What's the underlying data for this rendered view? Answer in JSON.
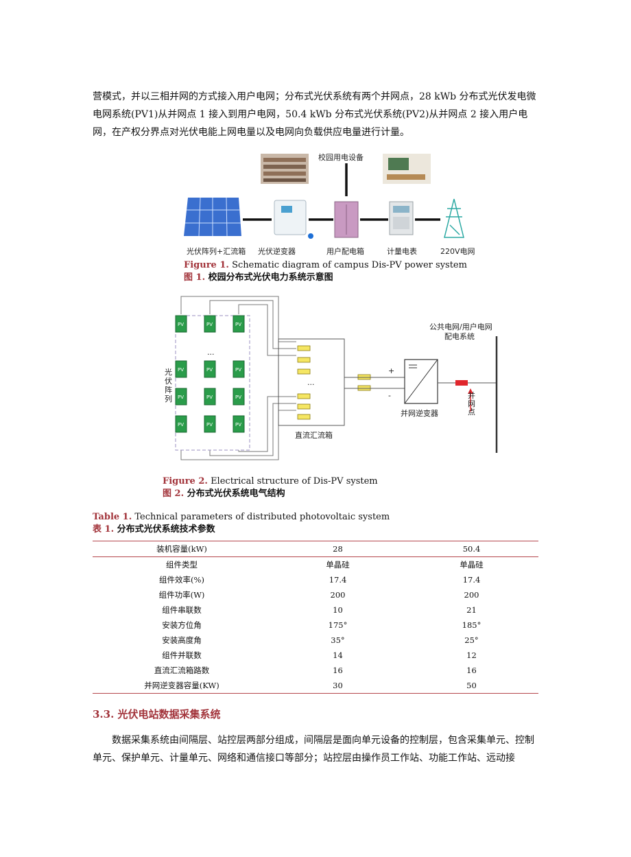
{
  "top_paragraph": "营模式，并以三相并网的方式接入用户电网；分布式光伏系统有两个并网点，28 kWb 分布式光伏发电微电网系统(PV1)从并网点 1 接入到用户电网，50.4 kWb 分布式光伏系统(PV2)从并网点 2 接入用户电网，在产权分界点对光伏电能上网电量以及电网向负载供应电量进行计量。",
  "figure1": {
    "top_label": "校园用电设备",
    "labels": [
      "光伏阵列+汇流箱",
      "光伏逆变器",
      "用户配电箱",
      "计量电表",
      "220V电网"
    ],
    "caption_en_label": "Figure 1.",
    "caption_en": " Schematic diagram of campus Dis-PV power system",
    "caption_zh_label": "图  1.",
    "caption_zh": " 校园分布式光伏电力系统示意图"
  },
  "figure2": {
    "array_label": [
      "光",
      "伏",
      "阵",
      "列"
    ],
    "pv_text": "PV",
    "dots_text": "···",
    "combiner_label": "直流汇流箱",
    "inverter_label": "并网逆变器",
    "grid_label_line1": "公共电网/用户电网",
    "grid_label_line2": "配电系统",
    "grid_point_label": [
      "并",
      "网",
      "点"
    ],
    "plus": "+",
    "minus": "-",
    "caption_en_label": "Figure 2.",
    "caption_en": " Electrical structure of Dis-PV system",
    "caption_zh_label": "图  2.",
    "caption_zh": " 分布式光伏系统电气结构"
  },
  "table1": {
    "caption_en_label": "Table 1.",
    "caption_en": " Technical parameters of distributed photovoltaic system",
    "caption_zh_label": "表  1.",
    "caption_zh": " 分布式光伏系统技术参数",
    "rows": [
      [
        "装机容量(kW)",
        "28",
        "50.4"
      ],
      [
        "组件类型",
        "单晶硅",
        "单晶硅"
      ],
      [
        "组件效率(%)",
        "17.4",
        "17.4"
      ],
      [
        "组件功率(W)",
        "200",
        "200"
      ],
      [
        "组件串联数",
        "10",
        "21"
      ],
      [
        "安装方位角",
        "175°",
        "185°"
      ],
      [
        "安装高度角",
        "35°",
        "25°"
      ],
      [
        "组件并联数",
        "14",
        "12"
      ],
      [
        "直流汇流箱路数",
        "16",
        "16"
      ],
      [
        "并网逆变器容量(KW)",
        "30",
        "50"
      ]
    ]
  },
  "section_heading": "3.3. 光伏电站数据采集系统",
  "bottom_paragraph": "数据采集系统由间隔层、站控层两部分组成，间隔层是面向单元设备的控制层，包含采集单元、控制单元、保护单元、计量单元、网络和通信接口等部分；站控层由操作员工作站、功能工作站、远动接"
}
